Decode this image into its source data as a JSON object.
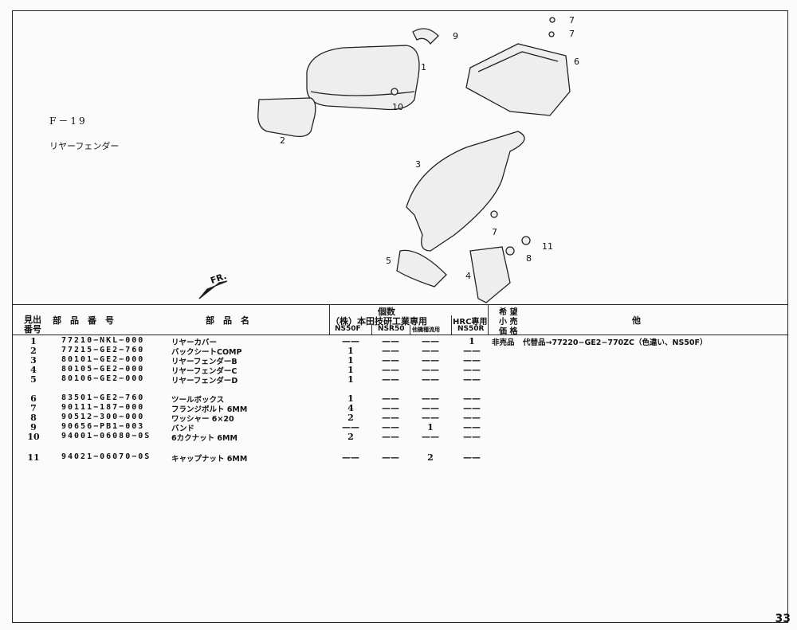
{
  "figure": {
    "code": "F－19",
    "title": "リヤーフェンダー",
    "front_marker": "FR.",
    "callouts": [
      "1",
      "2",
      "3",
      "4",
      "5",
      "6",
      "7",
      "7",
      "7",
      "8",
      "9",
      "10",
      "11"
    ]
  },
  "table": {
    "headers": {
      "ref_line1": "見出",
      "ref_line2": "番号",
      "part_number": "部　品　番　号",
      "part_name": "部　品　名",
      "qty": "個数",
      "honda": "（株）本田技研工業専用",
      "hrc": "HRC専用",
      "ns50f": "NS50F",
      "nsr50": "NSR50",
      "other_model": "他機種流用",
      "ns50r": "NS50R",
      "price_1": "希 望",
      "price_2": "小 売",
      "price_3": "価 格",
      "remarks": "他"
    },
    "rows": [
      {
        "no": "1",
        "pn": "77210−NKL−000",
        "name": "リヤーカバー",
        "q": [
          "——",
          "——",
          "——",
          "1"
        ],
        "price": "非売品",
        "remarks": "代替品→77220−GE2−770ZC（色違い、NS50F）"
      },
      {
        "no": "2",
        "pn": "77215−GE2−760",
        "name": "バックシートCOMP",
        "q": [
          "1",
          "——",
          "——",
          "——"
        ],
        "price": "",
        "remarks": ""
      },
      {
        "no": "3",
        "pn": "80101−GE2−000",
        "name": "リヤーフェンダーB",
        "q": [
          "1",
          "——",
          "——",
          "——"
        ],
        "price": "",
        "remarks": ""
      },
      {
        "no": "4",
        "pn": "80105−GE2−000",
        "name": "リヤーフェンダーC",
        "q": [
          "1",
          "——",
          "——",
          "——"
        ],
        "price": "",
        "remarks": ""
      },
      {
        "no": "5",
        "pn": "80106−GE2−000",
        "name": "リヤーフェンダーD",
        "q": [
          "1",
          "——",
          "——",
          "——"
        ],
        "price": "",
        "remarks": ""
      },
      {
        "no": "6",
        "pn": "83501−GE2−760",
        "name": "ツールボックス",
        "q": [
          "1",
          "——",
          "——",
          "——"
        ],
        "price": "",
        "remarks": ""
      },
      {
        "no": "7",
        "pn": "90111−187−000",
        "name": "フランジボルト 6MM",
        "q": [
          "4",
          "——",
          "——",
          "——"
        ],
        "price": "",
        "remarks": ""
      },
      {
        "no": "8",
        "pn": "90512−300−000",
        "name": "ワッシャー 6×20",
        "q": [
          "2",
          "——",
          "——",
          "——"
        ],
        "price": "",
        "remarks": ""
      },
      {
        "no": "9",
        "pn": "90656−PB1−003",
        "name": "バンド",
        "q": [
          "——",
          "——",
          "1",
          "——"
        ],
        "price": "",
        "remarks": ""
      },
      {
        "no": "10",
        "pn": "94001−06080−0S",
        "name": "6カクナット 6MM",
        "q": [
          "2",
          "——",
          "——",
          "——"
        ],
        "price": "",
        "remarks": ""
      },
      {
        "no": "11",
        "pn": "94021−06070−0S",
        "name": "キャップナット 6MM",
        "q": [
          "——",
          "——",
          "2",
          "——"
        ],
        "price": "",
        "remarks": ""
      }
    ]
  },
  "page_number": "33"
}
